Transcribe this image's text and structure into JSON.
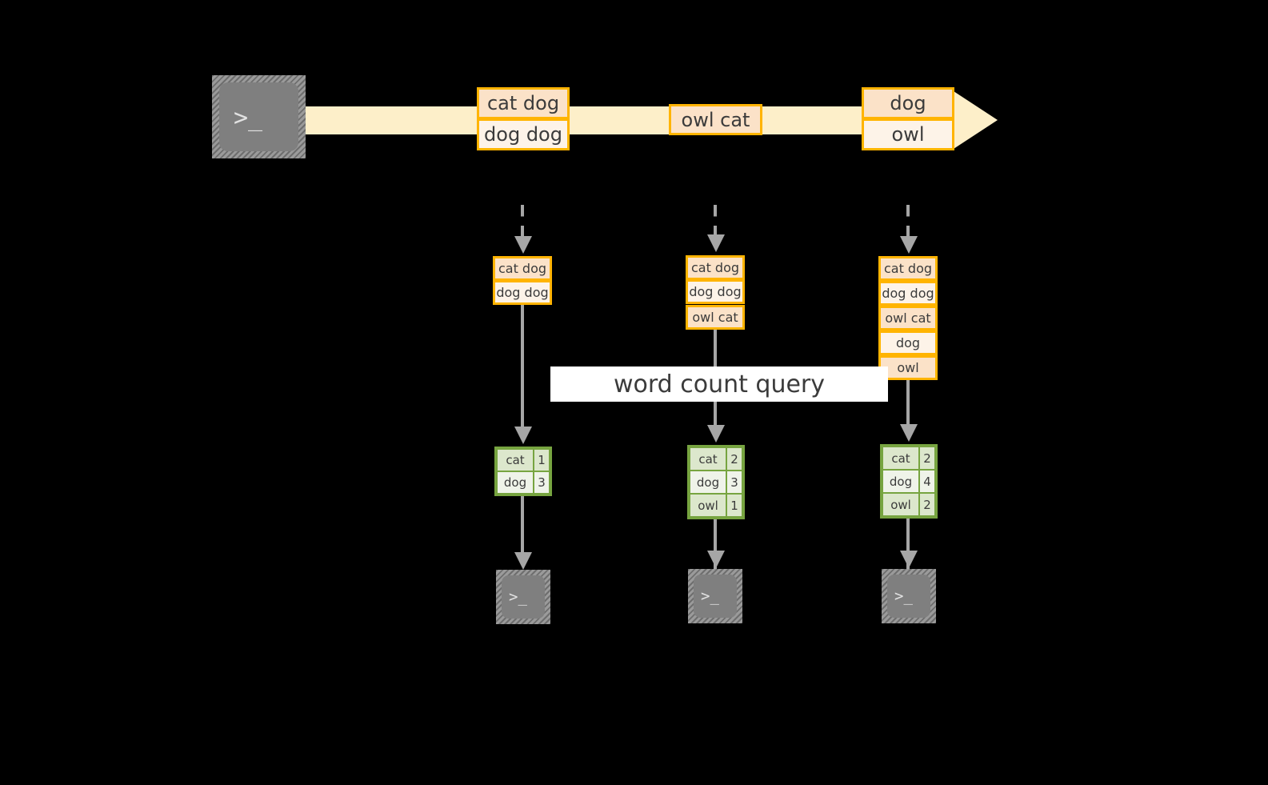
{
  "diagram": {
    "title_label": "word count query",
    "colors": {
      "record_border": "#FFB400",
      "record_fill_dark": "#FBE2C8",
      "record_fill_light": "#FDF3E8",
      "stream_fill": "#FDEFC9",
      "table_border": "#77A440",
      "table_fill_dark": "#DCE7CC",
      "table_fill_light": "#EFF3E9",
      "connector": "#A6A6A6",
      "terminal_fill": "#7F7F7F",
      "background": "#000000",
      "banner_fill": "#FFFFFF"
    },
    "source": {
      "icon": "terminal-icon",
      "prompt_text": ">_"
    },
    "stream": {
      "groups": [
        {
          "records": [
            "cat dog",
            "dog dog"
          ]
        },
        {
          "records": [
            "owl cat"
          ]
        },
        {
          "records": [
            "dog",
            "owl"
          ]
        }
      ]
    },
    "snapshots": [
      {
        "input_records": [
          "cat dog",
          "dog dog"
        ],
        "result": {
          "rows": [
            {
              "word": "cat",
              "count": "1"
            },
            {
              "word": "dog",
              "count": "3"
            }
          ]
        },
        "sink": {
          "icon": "terminal-icon",
          "prompt_text": ">_"
        }
      },
      {
        "input_records": [
          "cat dog",
          "dog dog",
          "owl cat"
        ],
        "result": {
          "rows": [
            {
              "word": "cat",
              "count": "2"
            },
            {
              "word": "dog",
              "count": "3"
            },
            {
              "word": "owl",
              "count": "1"
            }
          ]
        },
        "sink": {
          "icon": "terminal-icon",
          "prompt_text": ">_"
        }
      },
      {
        "input_records": [
          "cat dog",
          "dog dog",
          "owl cat",
          "dog",
          "owl"
        ],
        "result": {
          "rows": [
            {
              "word": "cat",
              "count": "2"
            },
            {
              "word": "dog",
              "count": "4"
            },
            {
              "word": "owl",
              "count": "2"
            }
          ]
        },
        "sink": {
          "icon": "terminal-icon",
          "prompt_text": ">_"
        }
      }
    ]
  }
}
